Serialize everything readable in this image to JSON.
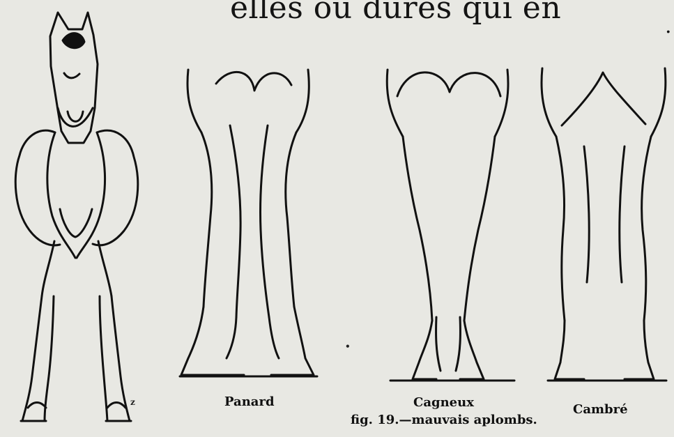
{
  "header_fragment": {
    "line1": "elles ou dures qui en",
    "line2": "."
  },
  "figure": {
    "labels": {
      "panard": "Panard",
      "cagneux": "Cagneux",
      "cambre": "Cambré"
    },
    "caption": "fig. 19.—mauvais aplombs.",
    "specks": [
      "z",
      "•"
    ]
  }
}
